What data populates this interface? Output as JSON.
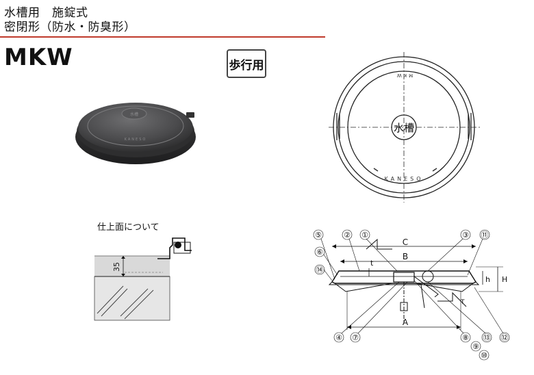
{
  "header": {
    "line1": "水槽用　施錠式",
    "line2": "密閉形（防水・防臭形）"
  },
  "model_name": "MKW",
  "badge": "歩行用",
  "photo": {
    "cover_mark": "水槽",
    "brand": "KANESO"
  },
  "top_view": {
    "center_label": "水槽",
    "top_text": "MKW",
    "bottom_text": "KANESO"
  },
  "finish_detail": {
    "title": "仕上面について",
    "dim": "35"
  },
  "section": {
    "dims": {
      "A": "A",
      "B": "B",
      "C": "C",
      "t": "t",
      "h": "h",
      "H": "H"
    },
    "callouts": [
      "①",
      "②",
      "③",
      "④",
      "⑤",
      "⑥",
      "⑦",
      "⑧",
      "⑨",
      "⑩",
      "⑪",
      "⑫",
      "⑬",
      "⑭"
    ]
  }
}
